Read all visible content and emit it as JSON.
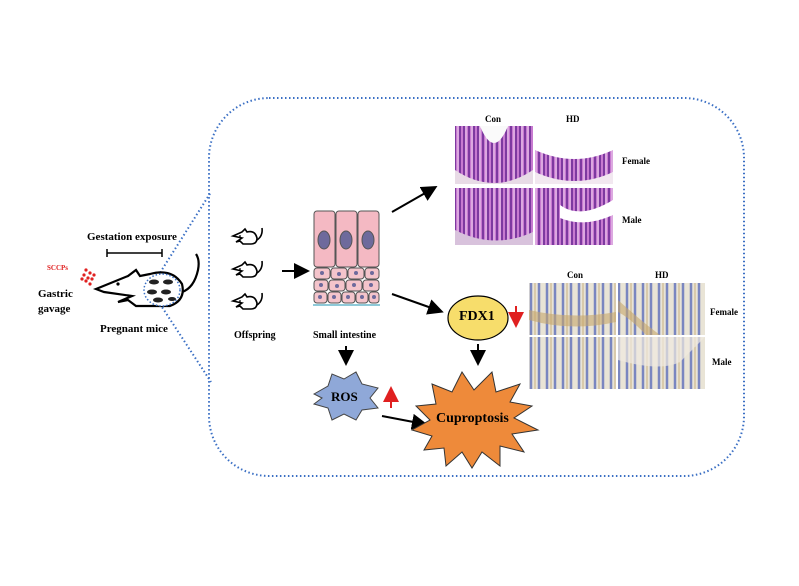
{
  "left": {
    "exposure_label": "Gestation exposure",
    "compound_label": "SCCPs",
    "route_label_line1": "Gastric",
    "route_label_line2": "gavage",
    "subject_label": "Pregnant mice"
  },
  "box": {
    "offspring_label": "Offspring",
    "tissue_label": "Small intestine",
    "ros_label": "ROS",
    "fdx1_label": "FDX1",
    "outcome_label": "Cuproptosis",
    "he_panel": {
      "col_labels": [
        "Con",
        "HD"
      ],
      "row_labels": [
        "Female",
        "Male"
      ]
    },
    "ihc_panel": {
      "col_labels": [
        "Con",
        "HD"
      ],
      "row_labels": [
        "Female",
        "Male"
      ]
    }
  },
  "colors": {
    "dotted_border": "#3a6fc4",
    "sccps_dots": "#e02020",
    "up_down_arrows": "#e02020",
    "ros_fill": "#8fa8d8",
    "fdx1_fill": "#f7dd6b",
    "cuproptosis_fill": "#ee8a3a",
    "cell_fill": "#f4b9c3",
    "nucleus_fill": "#6e6a9c",
    "he_stain": "#b060c0",
    "ihc_stain": "#7a86c0"
  },
  "regulation": {
    "ros": "up",
    "fdx1": "down"
  }
}
